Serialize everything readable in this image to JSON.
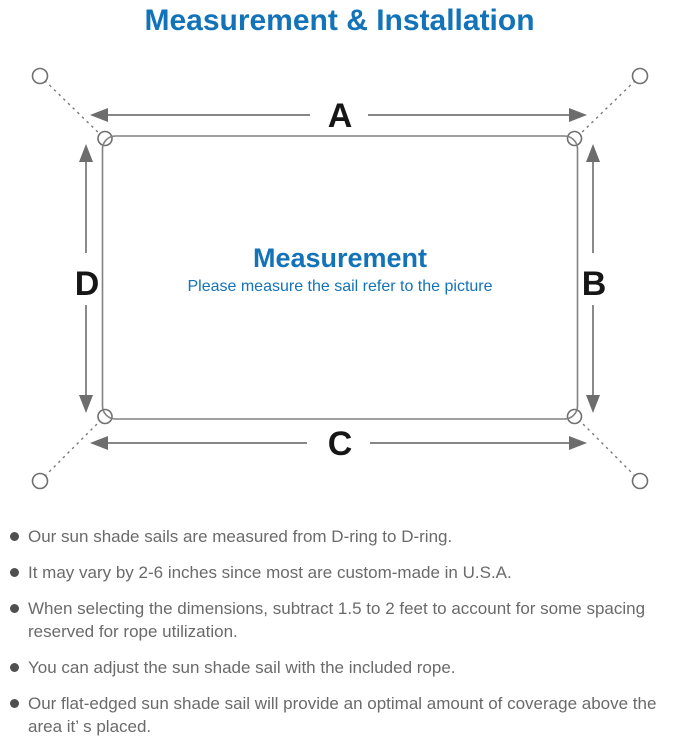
{
  "title": "Measurement & Installation",
  "colors": {
    "accent_blue": "#1273b9",
    "diagram_gray": "#7a7a7a",
    "label_black": "#161616",
    "note_text_gray": "#6a6a6a"
  },
  "diagram": {
    "labels": {
      "top": "A",
      "right": "B",
      "bottom": "C",
      "left": "D"
    },
    "center_title": "Measurement",
    "center_subtitle": "Please measure the sail refer to the picture"
  },
  "bullets": [
    "Our sun shade sails are measured from D-ring to D-ring.",
    "It may vary by 2-6 inches since most are custom-made in U.S.A.",
    "When selecting the dimensions, subtract 1.5 to 2 feet to account for some spacing reserved for rope utilization.",
    "You can adjust the sun shade sail with the included rope.",
    "Our flat-edged sun shade sail will provide an optimal amount of coverage above the area it’ s placed."
  ]
}
